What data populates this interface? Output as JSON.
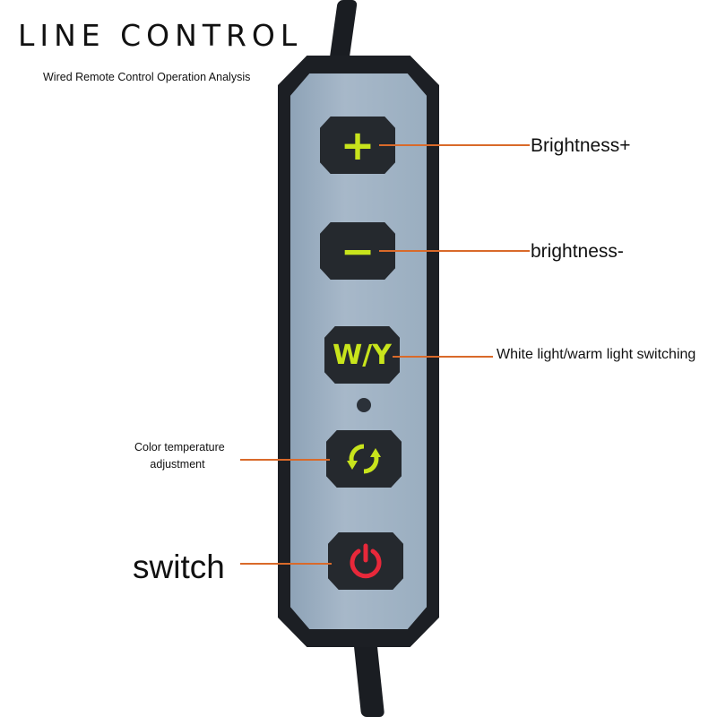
{
  "header": {
    "title": "LINE CONTROL",
    "subtitle": "Wired Remote Control Operation Analysis"
  },
  "buttons": [
    {
      "name": "plus",
      "glyph": "+",
      "label": "Brightness+"
    },
    {
      "name": "minus",
      "glyph": "−",
      "label": "brightness-"
    },
    {
      "name": "wy",
      "glyph": "W/Y",
      "label": "White light/warm light switching"
    },
    {
      "name": "cycle",
      "glyph": "⟳",
      "label_line1": "Color temperature",
      "label_line2": "adjustment"
    },
    {
      "name": "power",
      "glyph": "⏻",
      "label": "switch"
    }
  ],
  "colors": {
    "accent_line": "#d96a2a",
    "button_glyph": "#c8e41c",
    "power_glyph": "#e8283a",
    "remote_body": "#1c1f24",
    "panel": "#9aaec0"
  }
}
